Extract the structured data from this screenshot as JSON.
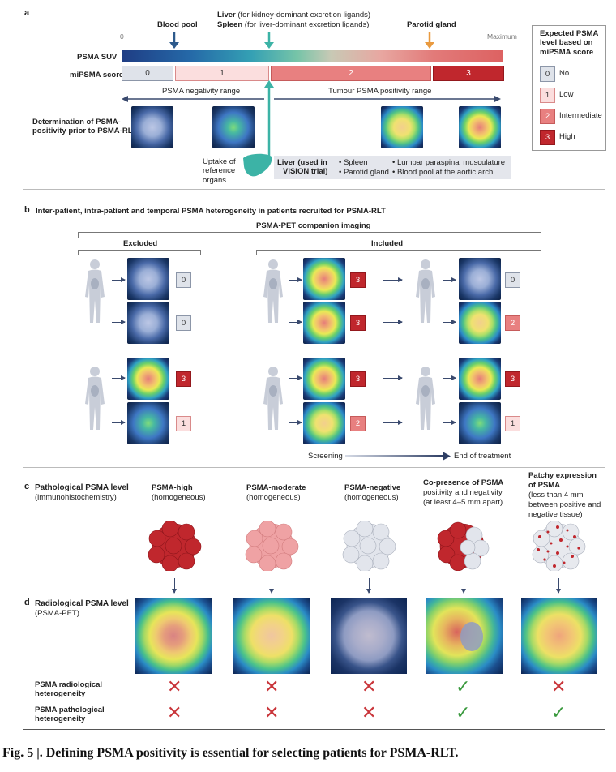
{
  "panel_a": {
    "letter": "a",
    "scale_min": "0",
    "scale_max": "Maximum",
    "marker_blood_pool": "Blood pool",
    "marker_liver_bold": "Liver",
    "marker_liver_rest": " (for kidney-dominant excretion ligands)",
    "marker_spleen_bold": "Spleen",
    "marker_spleen_rest": " (for liver-dominant excretion ligands)",
    "marker_parotid": "Parotid gland",
    "row_suv": "PSMA SUV",
    "row_mipsma": "miPSMA score",
    "scores": [
      "0",
      "1",
      "2",
      "3"
    ],
    "neg_range": "PSMA negativity range",
    "pos_range": "Tumour PSMA positivity range",
    "determination": [
      "Determination of PSMA-",
      "positivity prior to PSMA-RLT"
    ],
    "uptake": [
      "Uptake of",
      "reference",
      "organs"
    ],
    "organs": {
      "liver": [
        "Liver (used in",
        "VISION trial)"
      ],
      "spleen": "Spleen",
      "parotid": "Parotid gland",
      "lumbar": "Lumbar paraspinal musculature",
      "bloodpool": "Blood pool at the aortic arch"
    },
    "legend": {
      "title": [
        "Expected PSMA",
        "level based on",
        "miPSMA score"
      ],
      "items": [
        {
          "score": "0",
          "label": "No"
        },
        {
          "score": "1",
          "label": "Low"
        },
        {
          "score": "2",
          "label": "Intermediate"
        },
        {
          "score": "3",
          "label": "High"
        }
      ]
    }
  },
  "panel_b": {
    "letter": "b",
    "title": "Inter-patient, intra-patient and temporal PSMA heterogeneity in patients recruited for PSMA-RLT",
    "companion": "PSMA-PET companion imaging",
    "excluded": "Excluded",
    "included": "Included",
    "screening": "Screening",
    "end": "End of treatment",
    "excluded_scores": [
      "0",
      "0",
      "3",
      "1"
    ],
    "included_screen_scores": [
      "3",
      "3",
      "3",
      "2"
    ],
    "included_end_scores": [
      "0",
      "2",
      "3",
      "1"
    ]
  },
  "panel_c": {
    "letter": "c",
    "label": "Pathological PSMA level",
    "sublabel": "(immunohistochemistry)",
    "columns": [
      {
        "title": "PSMA-high",
        "sub": [
          "(homogeneous)"
        ]
      },
      {
        "title": "PSMA-moderate",
        "sub": [
          "(homogeneous)"
        ]
      },
      {
        "title": "PSMA-negative",
        "sub": [
          "(homogeneous)"
        ]
      },
      {
        "title": "Co-presence of PSMA",
        "sub": [
          "positivity and negativity",
          "(at least 4–5 mm apart)"
        ]
      },
      {
        "title": "Patchy expression",
        "sub": [
          "of PSMA",
          "(less than 4 mm",
          "between positive and",
          "negative tissue)"
        ]
      }
    ]
  },
  "panel_d": {
    "letter": "d",
    "label": "Radiological PSMA level",
    "sublabel": "(PSMA-PET)",
    "row1": [
      "PSMA radiological",
      "heterogeneity"
    ],
    "row2": [
      "PSMA pathological",
      "heterogeneity"
    ],
    "radiological": [
      "cross",
      "cross",
      "cross",
      "check",
      "cross"
    ],
    "pathological": [
      "cross",
      "cross",
      "cross",
      "check",
      "check"
    ]
  },
  "caption": "Fig. 5 |. Defining PSMA positivity is essential for selecting patients for PSMA-RLT.",
  "colors": {
    "score0": "#dfe3ea",
    "score1": "#fbdede",
    "score2": "#e88080",
    "score3": "#c0272d",
    "check": "#3b9a3f",
    "cross": "#c9353a",
    "teal": "#3cb3a6",
    "orange": "#e99a3f",
    "navy": "#2d5a8c"
  }
}
